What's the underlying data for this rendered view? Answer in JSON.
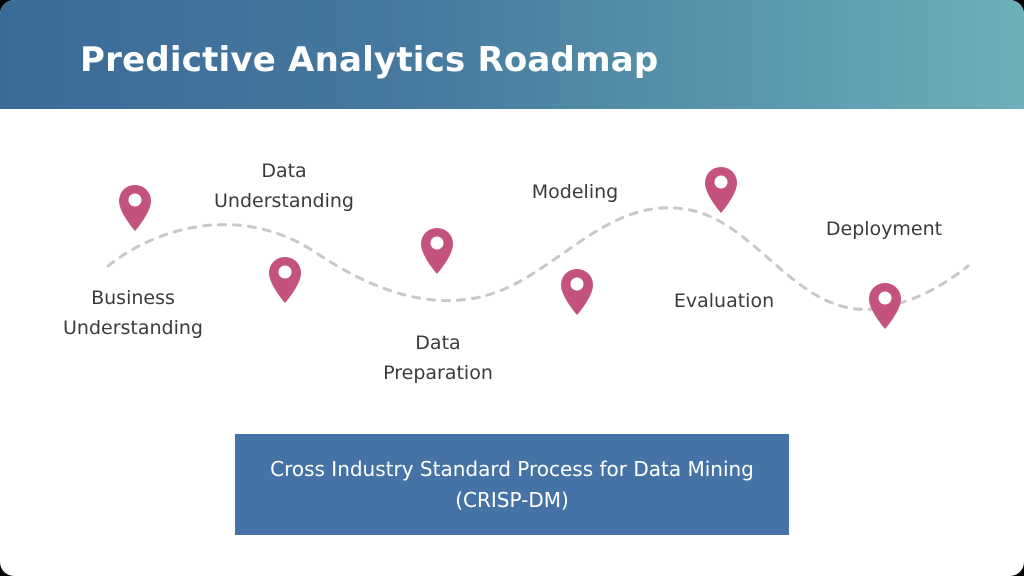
{
  "slide": {
    "title": "Predictive Analytics Roadmap"
  },
  "stages": [
    {
      "line1": "Business",
      "line2": "Understanding"
    },
    {
      "line1": "Data",
      "line2": "Understanding"
    },
    {
      "line1": "Data",
      "line2": "Preparation"
    },
    {
      "line1": "Modeling"
    },
    {
      "line1": "Evaluation"
    },
    {
      "line1": "Deployment"
    }
  ],
  "footer_box": {
    "line1": "Cross Industry Standard Process for Data Mining",
    "line2": "(CRISP-DM)"
  },
  "colors": {
    "header_start": "#3a6b98",
    "header_end": "#6cb0b8",
    "pin": "#c4527f",
    "route": "#c8c8c8",
    "box": "#4573a5"
  },
  "icons": {
    "marker": "map-pin-icon"
  }
}
